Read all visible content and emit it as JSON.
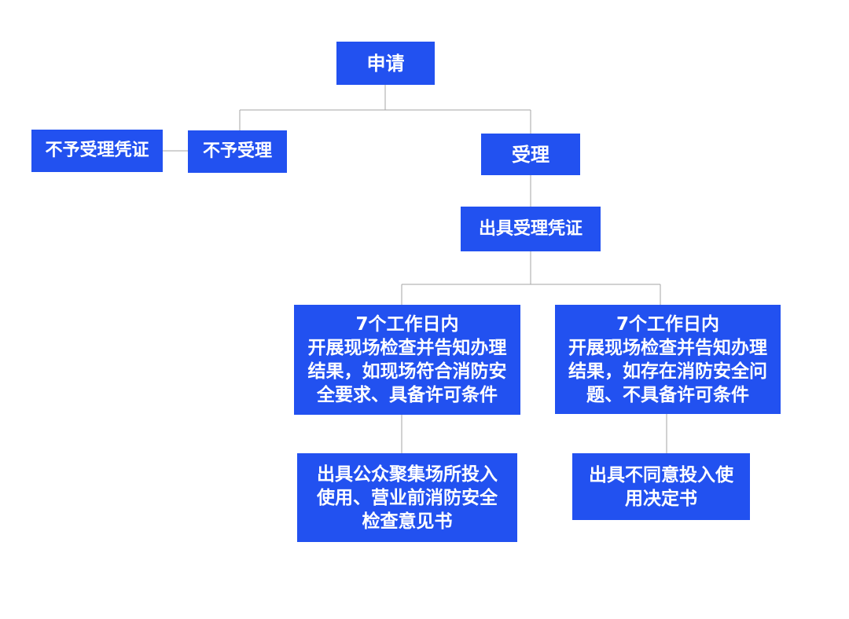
{
  "nodes": {
    "apply": "申请",
    "reject_voucher": "不予受理凭证",
    "reject": "不予受理",
    "accept": "受理",
    "issue_voucher": "出具受理凭证",
    "check_pass": "7个工作日内\n开展现场检查并告知办理\n结果，如现场符合消防安\n全要求、具备许可条件",
    "check_fail": "7个工作日内\n开展现场检查并告知办理\n结果，如存在消防安全问\n题、不具备许可条件",
    "issue_opinion": "出具公众聚集场所投入\n使用、营业前消防安全\n检查意见书",
    "issue_refusal": "出具不同意投入使\n用决定书"
  },
  "colors": {
    "box_fill": "#2251f0",
    "box_text": "#ffffff",
    "connector": "#a6a6a6"
  }
}
